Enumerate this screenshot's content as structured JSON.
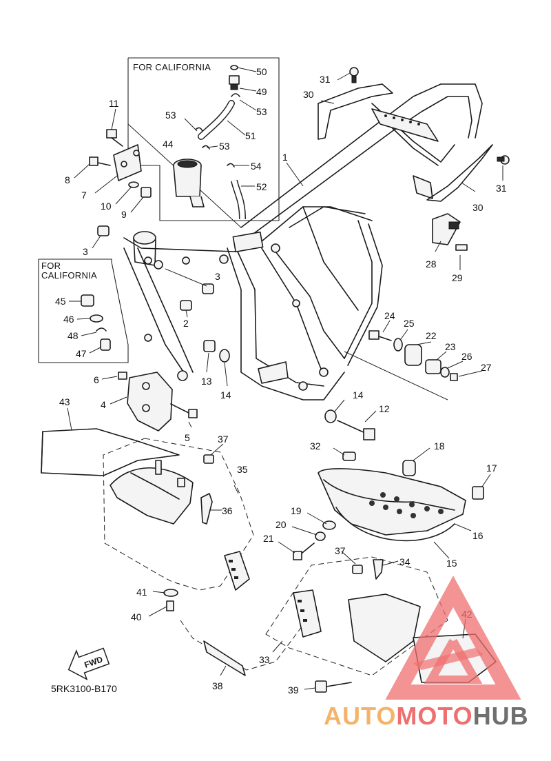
{
  "diagram": {
    "inset_top_label": "FOR CALIFORNIA",
    "inset_left_label_line1": "FOR",
    "inset_left_label_line2": "CALIFORNIA",
    "fwd_label": "FWD",
    "part_code": "5RK3100-B170"
  },
  "callouts": {
    "n1": "1",
    "n2": "2",
    "n3a": "3",
    "n3b": "3",
    "n4": "4",
    "n5": "5",
    "n6": "6",
    "n7": "7",
    "n8": "8",
    "n9": "9",
    "n10": "10",
    "n11": "11",
    "n12": "12",
    "n13": "13",
    "n14a": "14",
    "n14b": "14",
    "n15": "15",
    "n16": "16",
    "n17": "17",
    "n18": "18",
    "n19": "19",
    "n20": "20",
    "n21": "21",
    "n22": "22",
    "n23": "23",
    "n24": "24",
    "n25": "25",
    "n26": "26",
    "n27": "27",
    "n28": "28",
    "n29": "29",
    "n30a": "30",
    "n30b": "30",
    "n31a": "31",
    "n31b": "31",
    "n32": "32",
    "n33": "33",
    "n34": "34",
    "n35": "35",
    "n36": "36",
    "n37a": "37",
    "n37b": "37",
    "n38": "38",
    "n39": "39",
    "n40": "40",
    "n41": "41",
    "n42": "42",
    "n43": "43",
    "n44": "44",
    "n45": "45",
    "n46": "46",
    "n47": "47",
    "n48": "48",
    "n49": "49",
    "n50": "50",
    "n51": "51",
    "n52": "52",
    "n53a": "53",
    "n53b": "53",
    "n53c": "53",
    "n54": "54"
  },
  "watermark": {
    "part1": "AUTO",
    "part2": "MOTO",
    "part3": "HUB",
    "colors": {
      "orange": "#f5b36a",
      "red": "#ef6f6f",
      "gray": "#6f6f6f"
    }
  }
}
